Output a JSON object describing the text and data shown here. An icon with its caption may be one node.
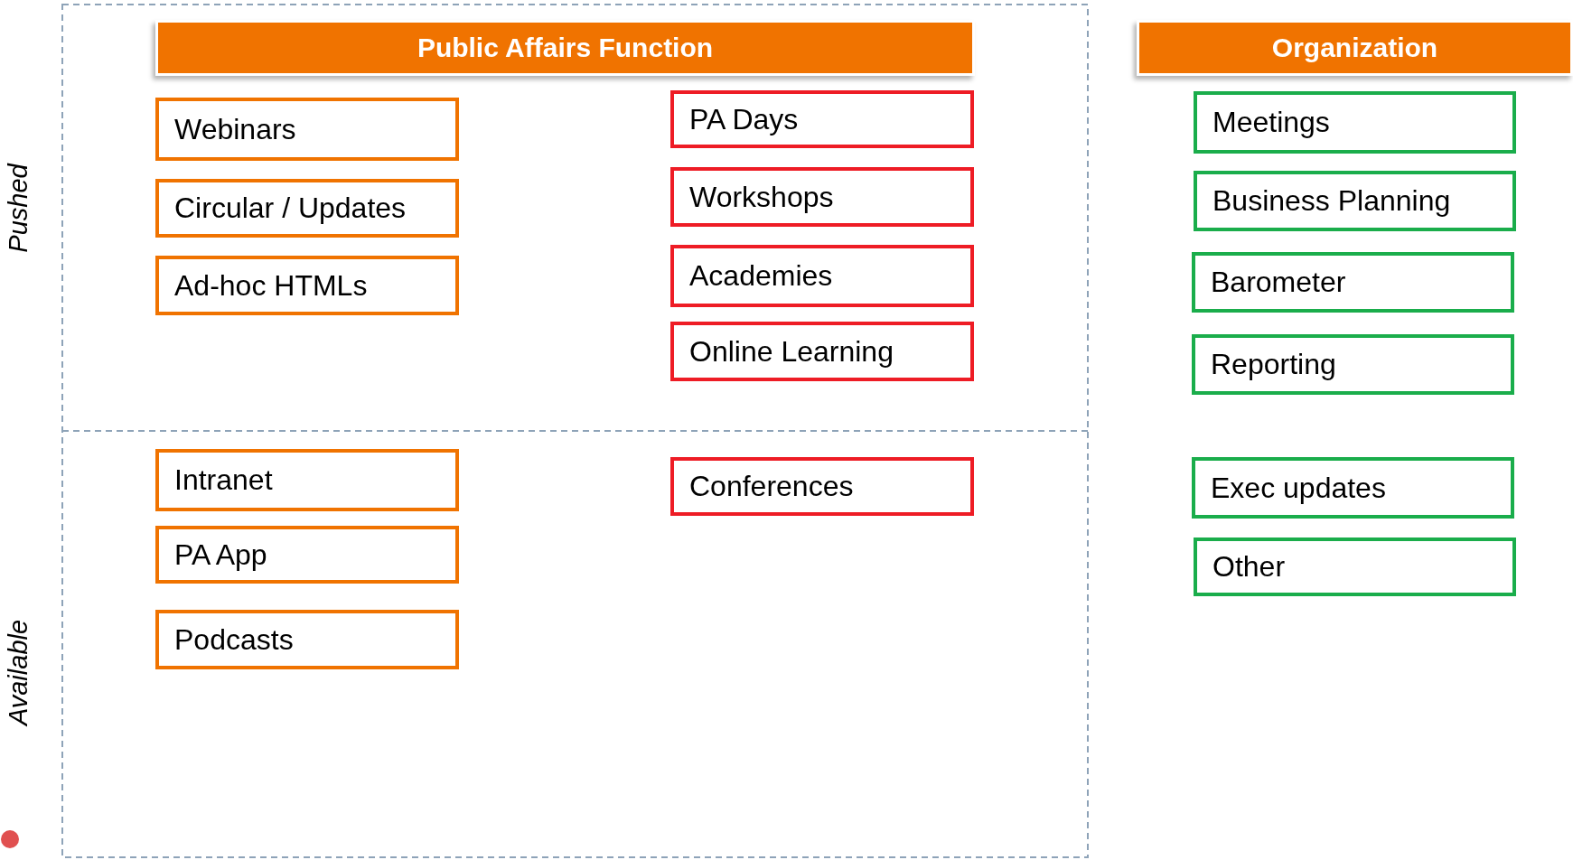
{
  "diagram": {
    "nodes": [
      {
        "text": [
          "Public Affairs Function"
        ]
      },
      {
        "text": [
          "Organization"
        ]
      },
      {
        "text": [
          "Webinars"
        ]
      },
      {
        "text": [
          "Circular / Updates"
        ]
      },
      {
        "text": [
          "Ad-hoc HTMLs"
        ]
      },
      {
        "text": [
          "PA Days"
        ]
      },
      {
        "text": [
          "Workshops"
        ]
      },
      {
        "text": [
          "Academies"
        ]
      },
      {
        "text": [
          "Online Learning"
        ]
      },
      {
        "text": [
          "Meetings"
        ]
      },
      {
        "text": [
          "Business Planning"
        ]
      },
      {
        "text": [
          "Barometer"
        ]
      },
      {
        "text": [
          "Reporting"
        ]
      },
      {
        "text": [
          "Intranet"
        ]
      },
      {
        "text": [
          "PA App"
        ]
      },
      {
        "text": [
          "Podcasts"
        ]
      },
      {
        "text": [
          "Conferences"
        ]
      },
      {
        "text": [
          "Exec updates"
        ]
      },
      {
        "text": [
          "Other"
        ]
      }
    ],
    "edges": [],
    "labels": [
      "Pushed",
      "Available"
    ]
  }
}
